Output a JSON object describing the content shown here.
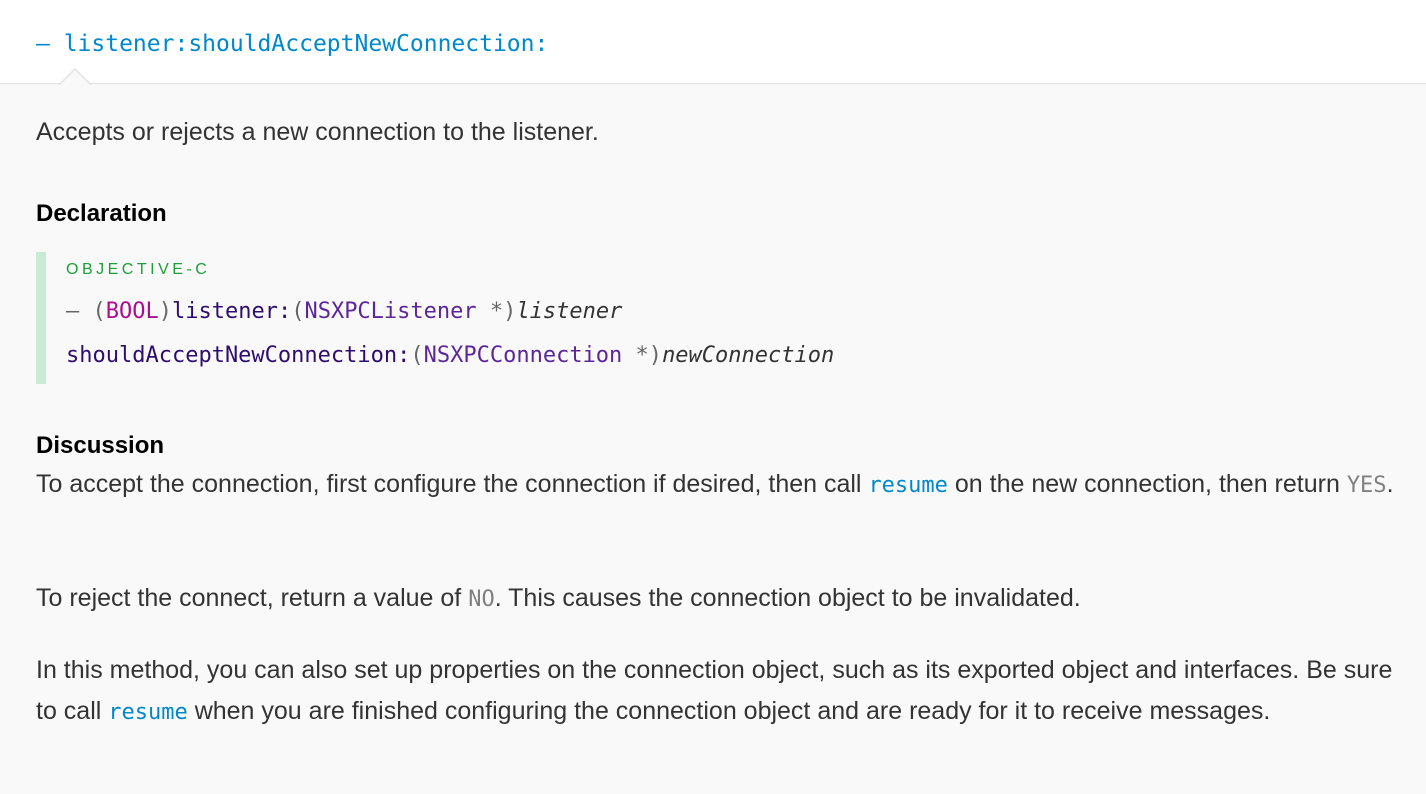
{
  "header": {
    "method_link": "– listener:shouldAcceptNewConnection:"
  },
  "abstract": "Accepts or rejects a new connection to the listener.",
  "declaration": {
    "heading": "Declaration",
    "language": "OBJECTIVE-C",
    "line1": {
      "dash": "– ",
      "open1": "(",
      "return_type": "BOOL",
      "close1": ")",
      "selector1": "listener:",
      "open2": "(",
      "type1": "NSXPCListener",
      "ptr1": " *)",
      "param1": "listener"
    },
    "line2": {
      "selector2": "shouldAcceptNewConnection:",
      "open3": "(",
      "type2": "NSXPCConnection",
      "ptr2": " *)",
      "param2": "newConnection"
    }
  },
  "discussion": {
    "heading": "Discussion",
    "p1": {
      "text1": "To accept the connection, first configure the connection if desired, then call ",
      "link": "resume",
      "text2": " on the new connection, then return ",
      "const": "YES",
      "text3": "."
    },
    "p2": {
      "text1": "To reject the connect, return a value of ",
      "const": "NO",
      "text2": ". This causes the connection object to be invalidated."
    },
    "p3": {
      "text1": "In this method, you can also set up properties on the connection object, such as its exported object and interfaces. Be sure to call ",
      "link": "resume",
      "text2": " when you are finished configuring the connection object and are ready for it to receive messages."
    }
  },
  "colors": {
    "link": "#0088cc",
    "language_label": "#1c9f37",
    "declaration_bar": "#c7ecd3",
    "keyword": "#aa0d91",
    "class_name": "#5c2699",
    "background": "#f9f9f9"
  }
}
